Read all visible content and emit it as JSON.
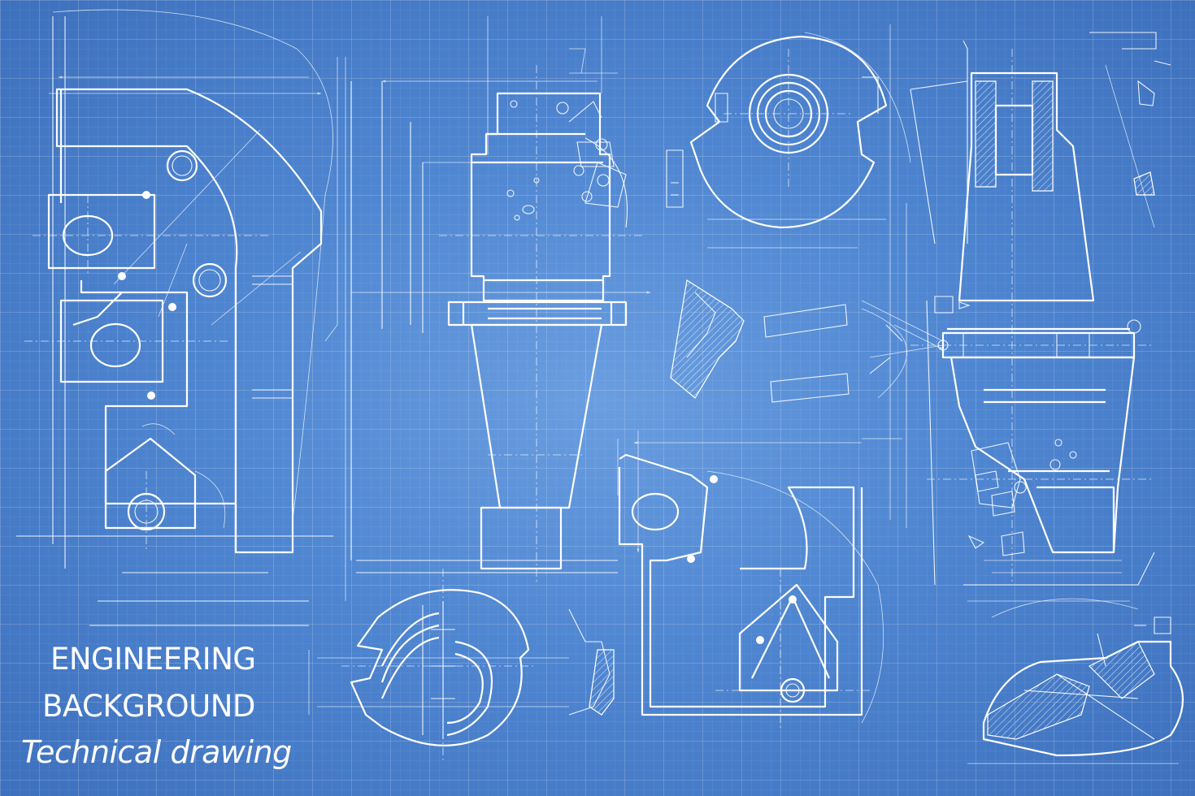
{
  "caption": {
    "line1": "ENGINEERING",
    "line2": "BACKGROUND",
    "line3": "Technical drawing"
  },
  "colors": {
    "background": "#4f86d1",
    "lines": "#ffffff"
  }
}
